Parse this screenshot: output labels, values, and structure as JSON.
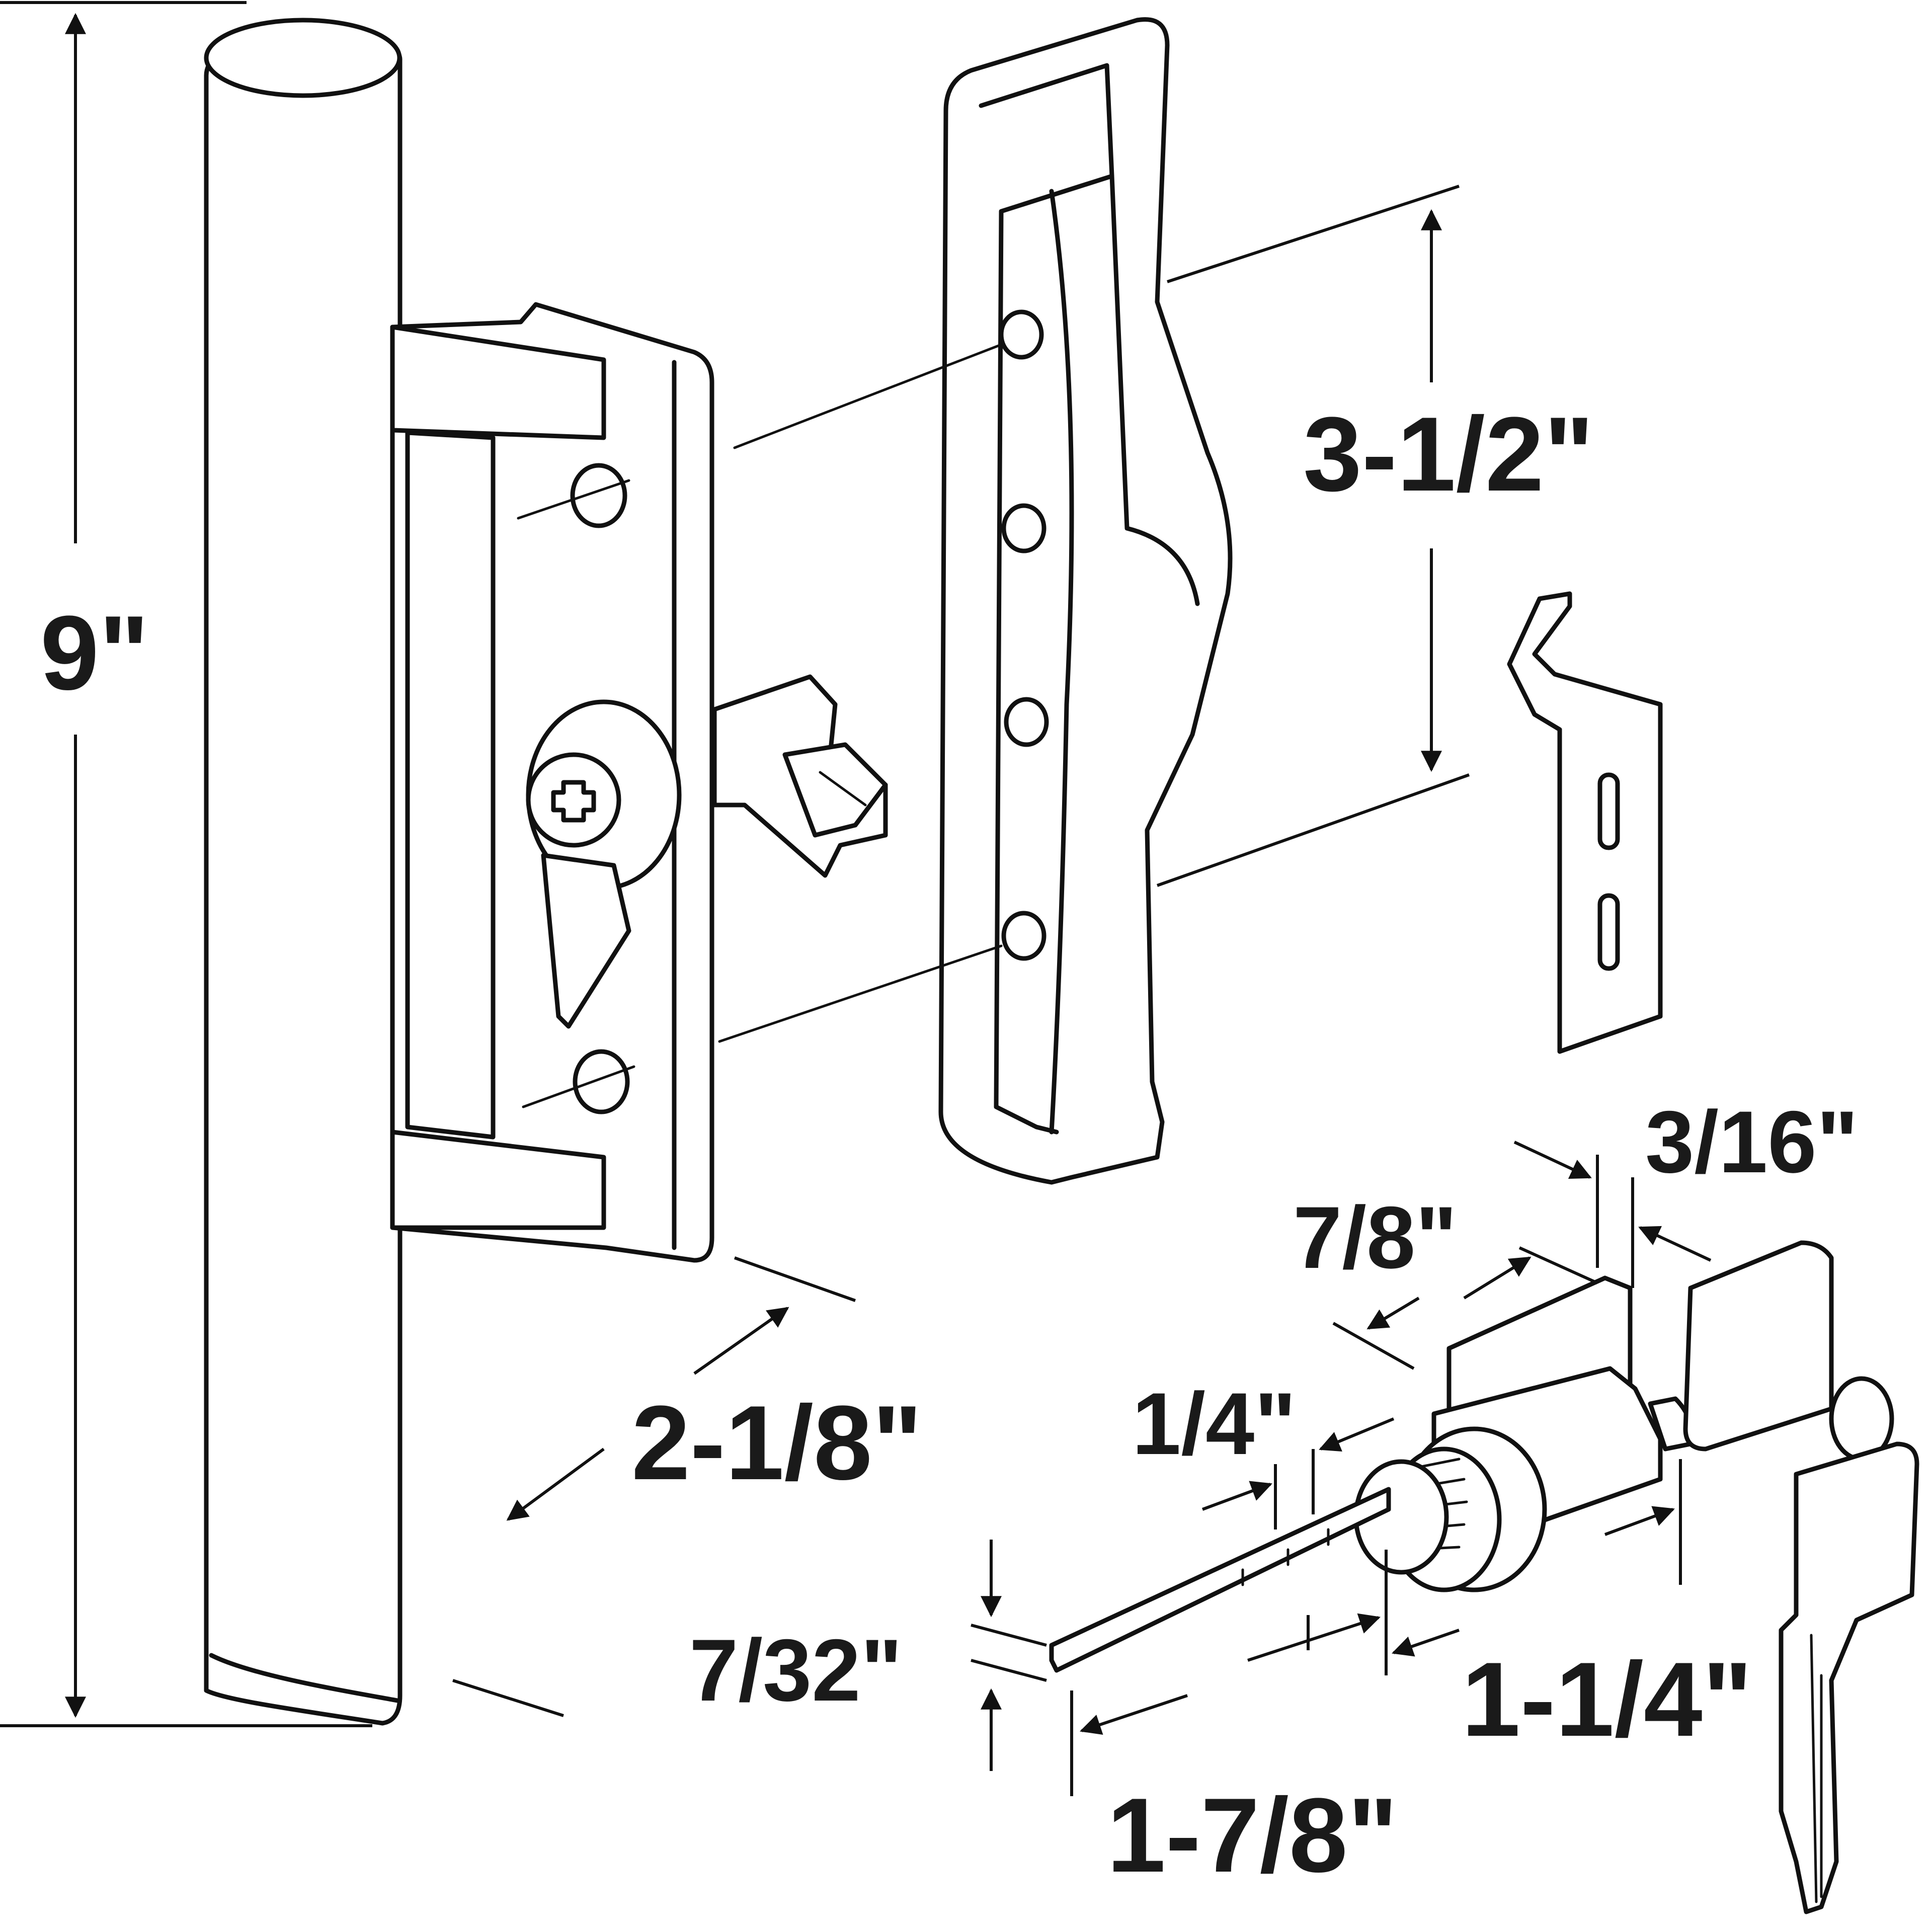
{
  "dimensions": {
    "height_9": "9\"",
    "hole_spacing": "3-1/2\"",
    "backset": "2-1/8\"",
    "tab_3_16": "3/16\"",
    "cylinder_7_8": "7/8\"",
    "step_1_4": "1/4\"",
    "tailpiece_7_32": "7/32\"",
    "cylinder_1_1_4": "1-1/4\"",
    "tailpiece_1_7_8": "1-7/8\""
  },
  "colors": {
    "line": "#111111",
    "background": "#ffffff"
  }
}
